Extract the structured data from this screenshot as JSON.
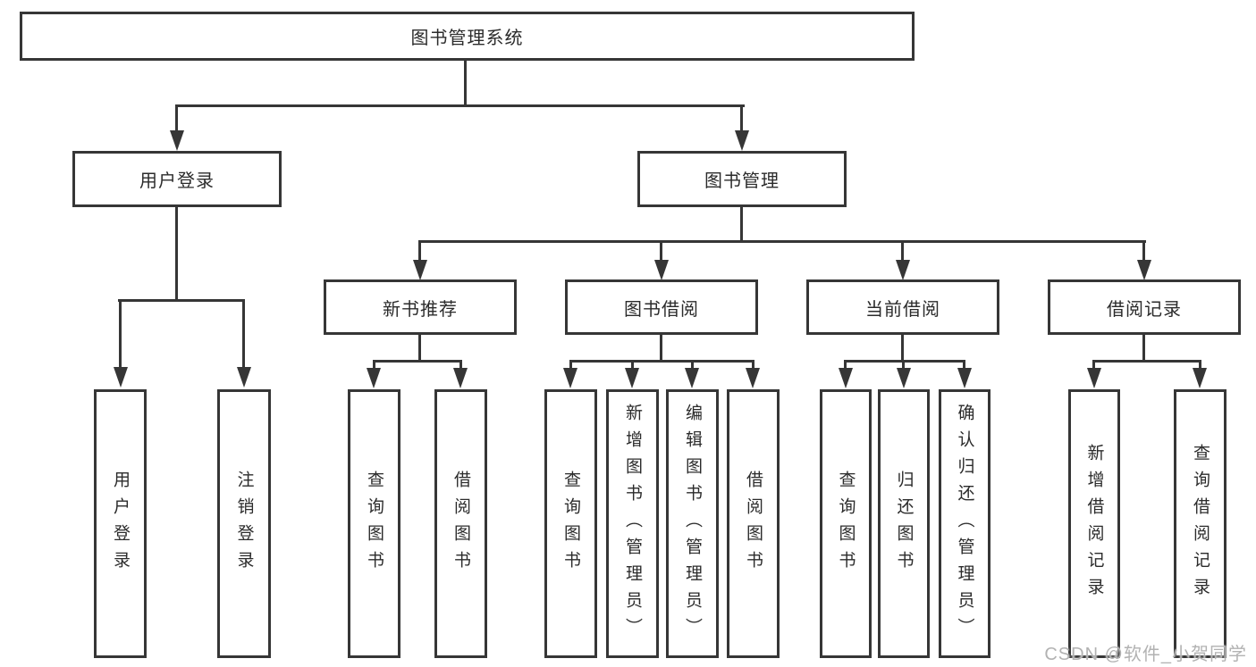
{
  "tree": {
    "root": {
      "label": "图书管理系统"
    },
    "branches": [
      {
        "label": "用户登录",
        "children": [
          {
            "label": "用户登录"
          },
          {
            "label": "注销登录"
          }
        ]
      },
      {
        "label": "图书管理",
        "children": [
          {
            "label": "新书推荐",
            "children": [
              {
                "label": "查询图书"
              },
              {
                "label": "借阅图书"
              }
            ]
          },
          {
            "label": "图书借阅",
            "children": [
              {
                "label": "查询图书"
              },
              {
                "label": "新增图书（管理员）"
              },
              {
                "label": "编辑图书（管理员）"
              },
              {
                "label": "借阅图书"
              }
            ]
          },
          {
            "label": "当前借阅",
            "children": [
              {
                "label": "查询图书"
              },
              {
                "label": "归还图书"
              },
              {
                "label": "确认归还（管理员）"
              }
            ]
          },
          {
            "label": "借阅记录",
            "children": [
              {
                "label": "新增借阅记录"
              },
              {
                "label": "查询借阅记录"
              }
            ]
          }
        ]
      }
    ]
  },
  "watermark": "CSDN @软件_小贺同学",
  "colors": {
    "line": "#363636",
    "background": "#ffffff",
    "text": "#2b2b2b",
    "watermark": "#b2b2b2"
  }
}
